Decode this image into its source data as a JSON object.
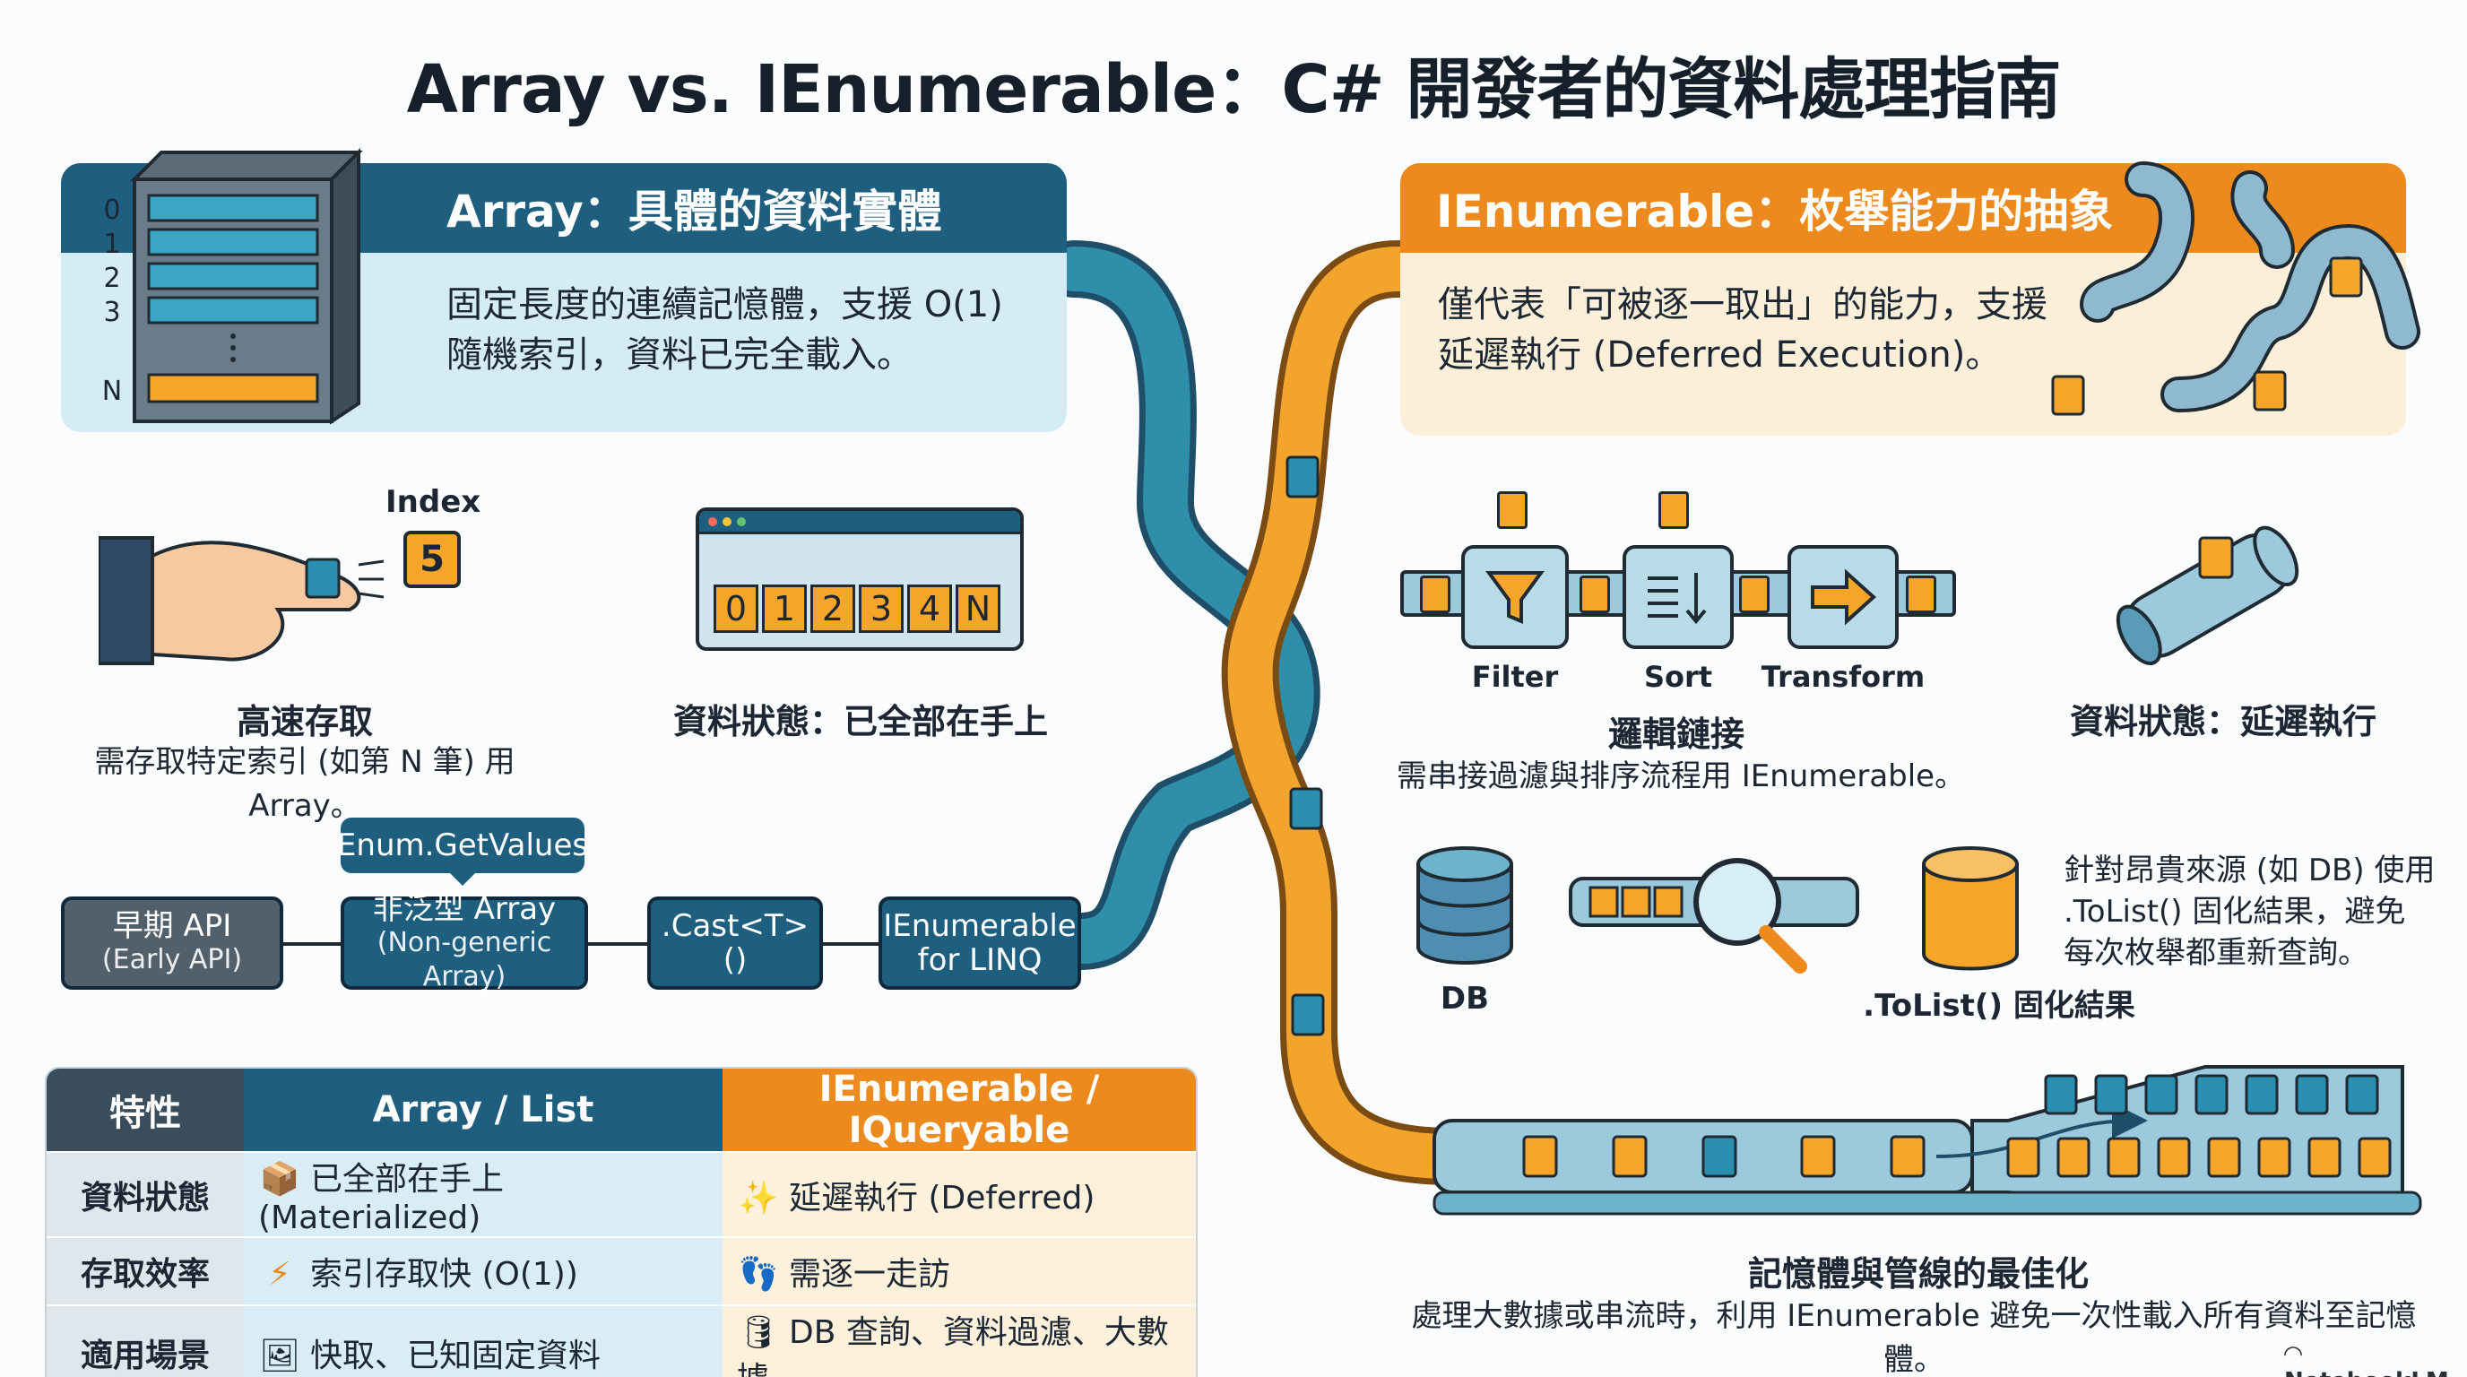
{
  "title": "Array vs. IEnumerable：C# 開發者的資料處理指南",
  "colors": {
    "array": "#1e5f80",
    "ienum": "#ec8a1d",
    "teal": "#2b8ba8",
    "dark": "#3a4d5c"
  },
  "array_card": {
    "header": "Array：具體的資料實體",
    "body_line1": "固定長度的連續記憶體，支援 O(1)",
    "body_line2": "隨機索引，資料已完全載入。",
    "rack_labels": [
      "0",
      "1",
      "2",
      "3",
      "N"
    ]
  },
  "ienum_card": {
    "header": "IEnumerable：枚舉能力的抽象",
    "body_line1": "僅代表「可被逐一取出」的能力，支援",
    "body_line2": "延遲執行 (Deferred Execution)。"
  },
  "fast_access": {
    "index_label": "Index",
    "index_value": "5",
    "heading": "高速存取",
    "desc": "需存取特定索引 (如第 N 筆) 用 Array。"
  },
  "array_state": {
    "cells": [
      "0",
      "1",
      "2",
      "3",
      "4",
      "N"
    ],
    "label": "資料狀態：已全部在手上"
  },
  "legacy_flow": {
    "bubble": "Enum.GetValues",
    "steps": [
      {
        "line1": "早期 API",
        "line2": "(Early API)"
      },
      {
        "line1": "非泛型 Array",
        "line2": "(Non-generic Array)"
      },
      {
        "line1": ".Cast<T>()",
        "line2": ""
      },
      {
        "line1": "IEnumerable",
        "line2": "for LINQ"
      }
    ]
  },
  "logic_chain": {
    "steps": [
      "Filter",
      "Sort",
      "Transform"
    ],
    "heading": "邏輯鏈接",
    "desc": "需串接過濾與排序流程用 IEnumerable。"
  },
  "deferred_state": {
    "label": "資料狀態：延遲執行"
  },
  "tolist": {
    "db_label": "DB",
    "result_label": ".ToList() 固化結果",
    "note_line1": "針對昂貴來源 (如 DB) 使用",
    "note_line2": ".ToList() 固化結果，避免",
    "note_line3": "每次枚舉都重新查詢。"
  },
  "memory": {
    "heading": "記憶體與管線的最佳化",
    "desc": "處理大數據或串流時，利用 IEnumerable 避免一次性載入所有資料至記憶體。"
  },
  "table": {
    "headers": [
      "特性",
      "Array / List",
      "IEnumerable / IQueryable"
    ],
    "rows": [
      {
        "feature": "資料狀態",
        "array": "已全部在手上 (Materialized)",
        "ienum": "延遲執行 (Deferred)",
        "icon_a": "box-icon",
        "icon_b": "wand-icon"
      },
      {
        "feature": "存取效率",
        "array": "索引存取快 (O(1))",
        "ienum": "需逐一走訪",
        "icon_a": "lightning-icon",
        "icon_b": "footprints-icon"
      },
      {
        "feature": "適用場景",
        "array": "快取、已知固定資料",
        "ienum": "DB 查詢、資料過濾、大數據",
        "icon_a": "image-icon",
        "icon_b": "database-filter-icon"
      }
    ]
  },
  "brand": "NotebookLM"
}
